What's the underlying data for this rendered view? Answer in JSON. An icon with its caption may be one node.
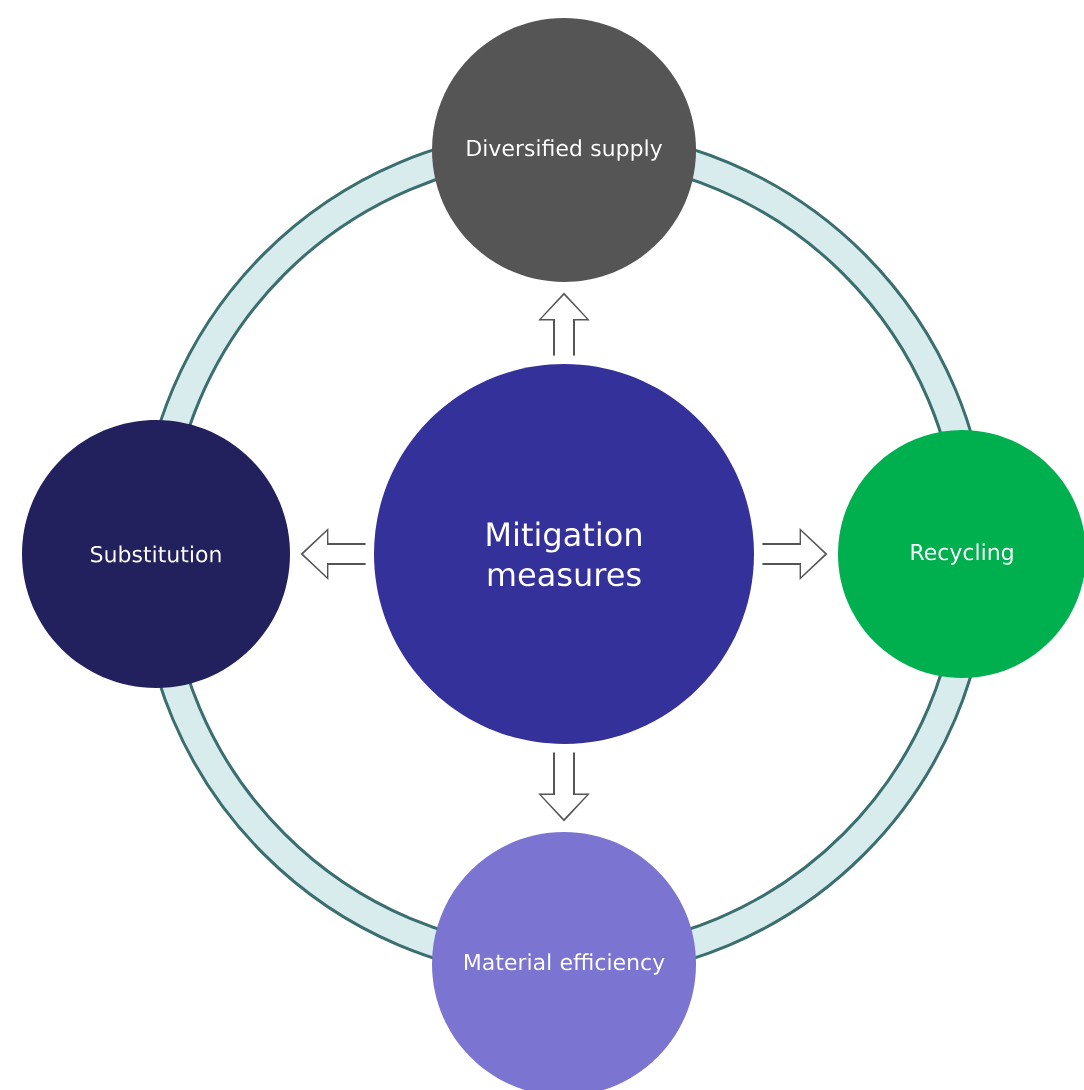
{
  "diagram": {
    "nodes": [
      {
        "text": [
          "Diversified supply"
        ]
      },
      {
        "text": [
          "Substitution"
        ]
      },
      {
        "text": [
          "Mitigation measures"
        ]
      },
      {
        "text": [
          "Recycling"
        ]
      },
      {
        "text": [
          "Material efficiency"
        ]
      }
    ],
    "edges": [
      {
        "from": 2,
        "to": 0,
        "arrow": "to"
      },
      {
        "from": 2,
        "to": 1,
        "arrow": "to"
      },
      {
        "from": 2,
        "to": 3,
        "arrow": "to"
      },
      {
        "from": 2,
        "to": 4,
        "arrow": "to"
      }
    ]
  }
}
